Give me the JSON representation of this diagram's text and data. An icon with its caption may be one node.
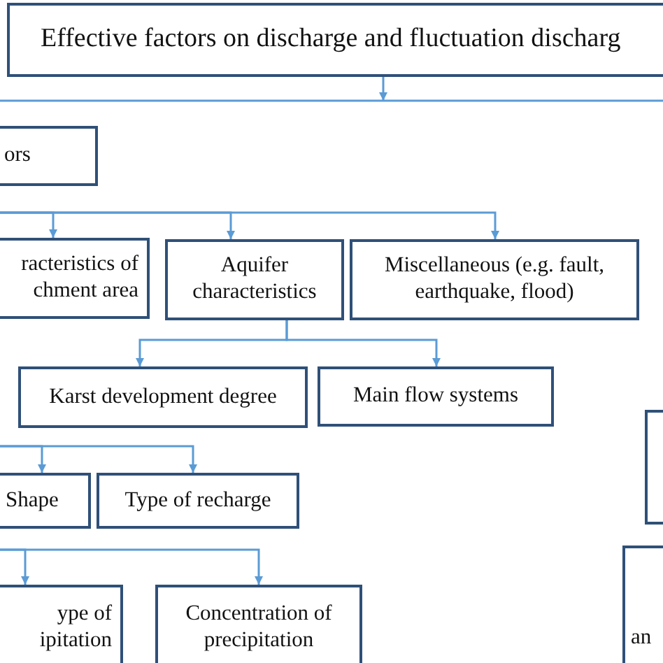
{
  "diagram": {
    "nodes": [
      {
        "text": [
          "Effective factors on discharge and fluctuation discharg"
        ]
      },
      {
        "text": [
          "ors"
        ]
      },
      {
        "text": [
          "racteristics of chment area"
        ]
      },
      {
        "text": [
          "Aquifer characteristics"
        ]
      },
      {
        "text": [
          "Miscellaneous (e.g. fault, earthquake, flood)"
        ]
      },
      {
        "text": [
          "Karst development degree"
        ]
      },
      {
        "text": [
          "Main flow systems"
        ]
      },
      {
        "text": [
          "Shape"
        ]
      },
      {
        "text": [
          "Type of recharge"
        ]
      },
      {
        "text": [
          "ype of ipitation"
        ]
      },
      {
        "text": [
          "Concentration of precipitation"
        ]
      },
      {
        "text": [],
        "shape": "box"
      },
      {
        "text": [
          "an"
        ]
      }
    ],
    "edges": [
      {
        "from": 0,
        "to": null,
        "arrow": "to"
      },
      {
        "from": null,
        "to": 2,
        "arrow": "to"
      },
      {
        "from": null,
        "to": 3,
        "arrow": "to"
      },
      {
        "from": null,
        "to": 4,
        "arrow": "to"
      },
      {
        "from": 3,
        "to": 5,
        "arrow": "to"
      },
      {
        "from": 3,
        "to": 6,
        "arrow": "to"
      },
      {
        "from": null,
        "to": 7,
        "arrow": "to"
      },
      {
        "from": null,
        "to": 8,
        "arrow": "to"
      },
      {
        "from": null,
        "to": 9,
        "arrow": "to"
      },
      {
        "from": null,
        "to": 10,
        "arrow": "to"
      }
    ]
  }
}
